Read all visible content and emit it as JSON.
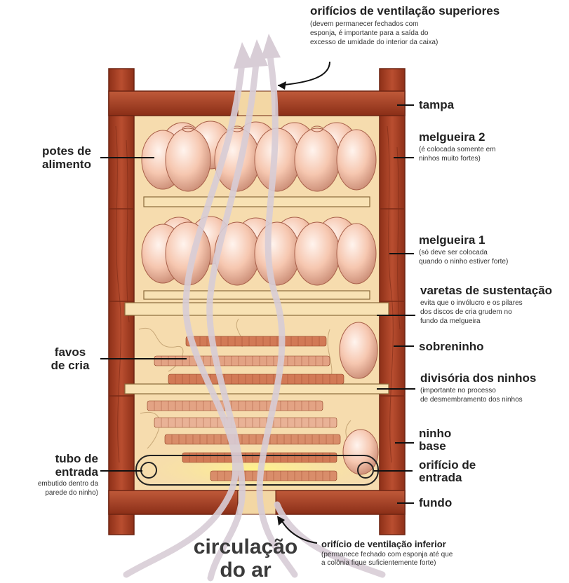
{
  "labels": {
    "top_vents": {
      "title": "orifícios de ventilação superiores",
      "note_1": "(devem permanecer fechados com",
      "note_2": "esponja, é importante para a saída do",
      "note_3": "excesso de umidade do interior da caixa)"
    },
    "lid": "tampa",
    "super2": {
      "title": "melgueira 2",
      "note_1": "(é colocada somente em",
      "note_2": "ninhos muito fortes)"
    },
    "food_pots": {
      "line_1": "potes de",
      "line_2": "alimento"
    },
    "super1": {
      "title": "melgueira 1",
      "note_1": "(só deve ser colocada",
      "note_2": "quando o ninho estiver forte)"
    },
    "support_rods": {
      "title": "varetas de sustentação",
      "note_1": "evita que o invólucro e os pilares",
      "note_2": "dos discos de cria grudem no",
      "note_3": "fundo da melgueira"
    },
    "brood_combs": {
      "line_1": "favos",
      "line_2": "de cria"
    },
    "upper_nest": "sobreninho",
    "nest_divider": {
      "title": "divisória dos ninhos",
      "note_1": "(importante no processo",
      "note_2": "de desmembramento dos ninhos"
    },
    "entry_tube": {
      "line_1": "tubo de",
      "line_2": "entrada",
      "note_1": "embutido dentro da",
      "note_2": "parede do ninho)"
    },
    "base_nest": {
      "line_1": "ninho",
      "line_2": "base"
    },
    "entry_hole": {
      "line_1": "orifício de",
      "line_2": "entrada"
    },
    "bottom": "fundo",
    "bottom_vent": {
      "title": "orifício de ventilação inferior",
      "note_1": "(permanece fechado com esponja até que",
      "note_2": "a colônia fique suficientemente forte)"
    },
    "air_flow": {
      "line_1": "circulação",
      "line_2": "do ar"
    }
  },
  "colors": {
    "wood": "#b4462c",
    "wood_dark": "#7a2a16",
    "interior": "#f6dcae",
    "pot": "#f3bfa6",
    "comb": "#d9805c",
    "arrow": "#d8cdd6",
    "leader": "#111111"
  }
}
